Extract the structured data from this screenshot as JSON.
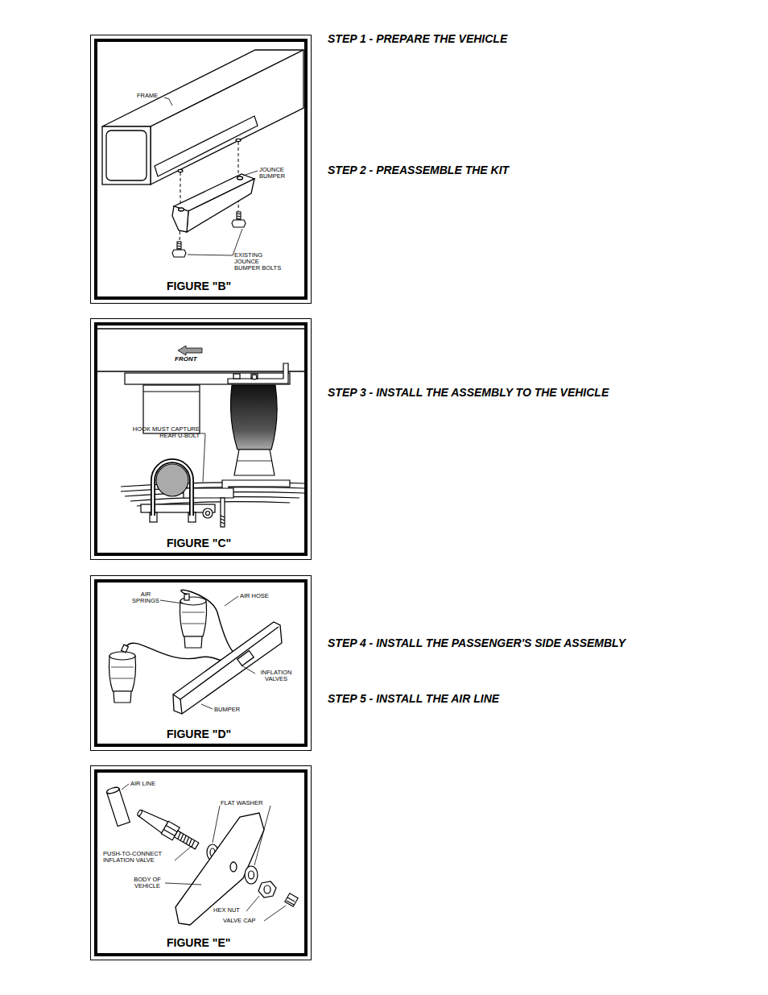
{
  "diagram": {
    "nodes": [
      {
        "text": [
          "FIGURE \"B\""
        ]
      },
      {
        "text": [
          "FIGURE \"C\""
        ]
      },
      {
        "text": [
          "FIGURE \"D\""
        ]
      },
      {
        "text": [
          "FIGURE \"E\""
        ]
      }
    ],
    "edges": [],
    "labels": [
      "STEP 1 - PREPARE THE VEHICLE",
      "FRAME",
      "JOUNCE BUMPER",
      "EXISTING JOUNCE BUMPER BOLTS",
      "STEP 2 - PREASSEMBLE THE KIT",
      "FRONT",
      "HOOK MUST CAPTURE REAR U-BOLT",
      "STEP 3 - INSTALL THE ASSEMBLY TO THE VEHICLE",
      "AIR SPRINGS",
      "AIR HOSE",
      "INFLATION VALVES",
      "BUMPER",
      "STEP 4 - INSTALL THE PASSENGER'S SIDE ASSEMBLY",
      "STEP 5 - INSTALL THE AIR LINE",
      "AIR LINE",
      "FLAT WASHER",
      "PUSH-TO-CONNECT INFLATION VALVE",
      "BODY OF VEHICLE",
      "HEX NUT",
      "VALVE CAP"
    ]
  }
}
